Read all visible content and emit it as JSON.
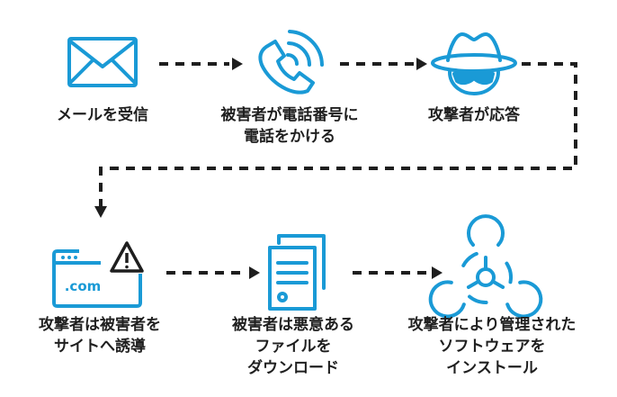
{
  "colors": {
    "icon_blue": "#1a9ad6",
    "dark": "#1a1a1a",
    "arrow": "#1e1e1e"
  },
  "steps": [
    {
      "icon": "envelope-icon",
      "lines": [
        "メールを受信"
      ]
    },
    {
      "icon": "phone-call-icon",
      "lines": [
        "被害者が電話番号に",
        "電話をかける"
      ]
    },
    {
      "icon": "spy-attacker-icon",
      "lines": [
        "攻撃者が応答"
      ]
    },
    {
      "icon": "browser-warning-icon",
      "lines": [
        "攻撃者は被害者を",
        "サイトへ誘導"
      ],
      "icon_text": ".com"
    },
    {
      "icon": "document-icon",
      "lines": [
        "被害者は悪意ある",
        "ファイルを",
        "ダウンロード"
      ]
    },
    {
      "icon": "biohazard-icon",
      "lines": [
        "攻撃者により管理された",
        "ソフトウェアを",
        "インストール"
      ]
    }
  ]
}
